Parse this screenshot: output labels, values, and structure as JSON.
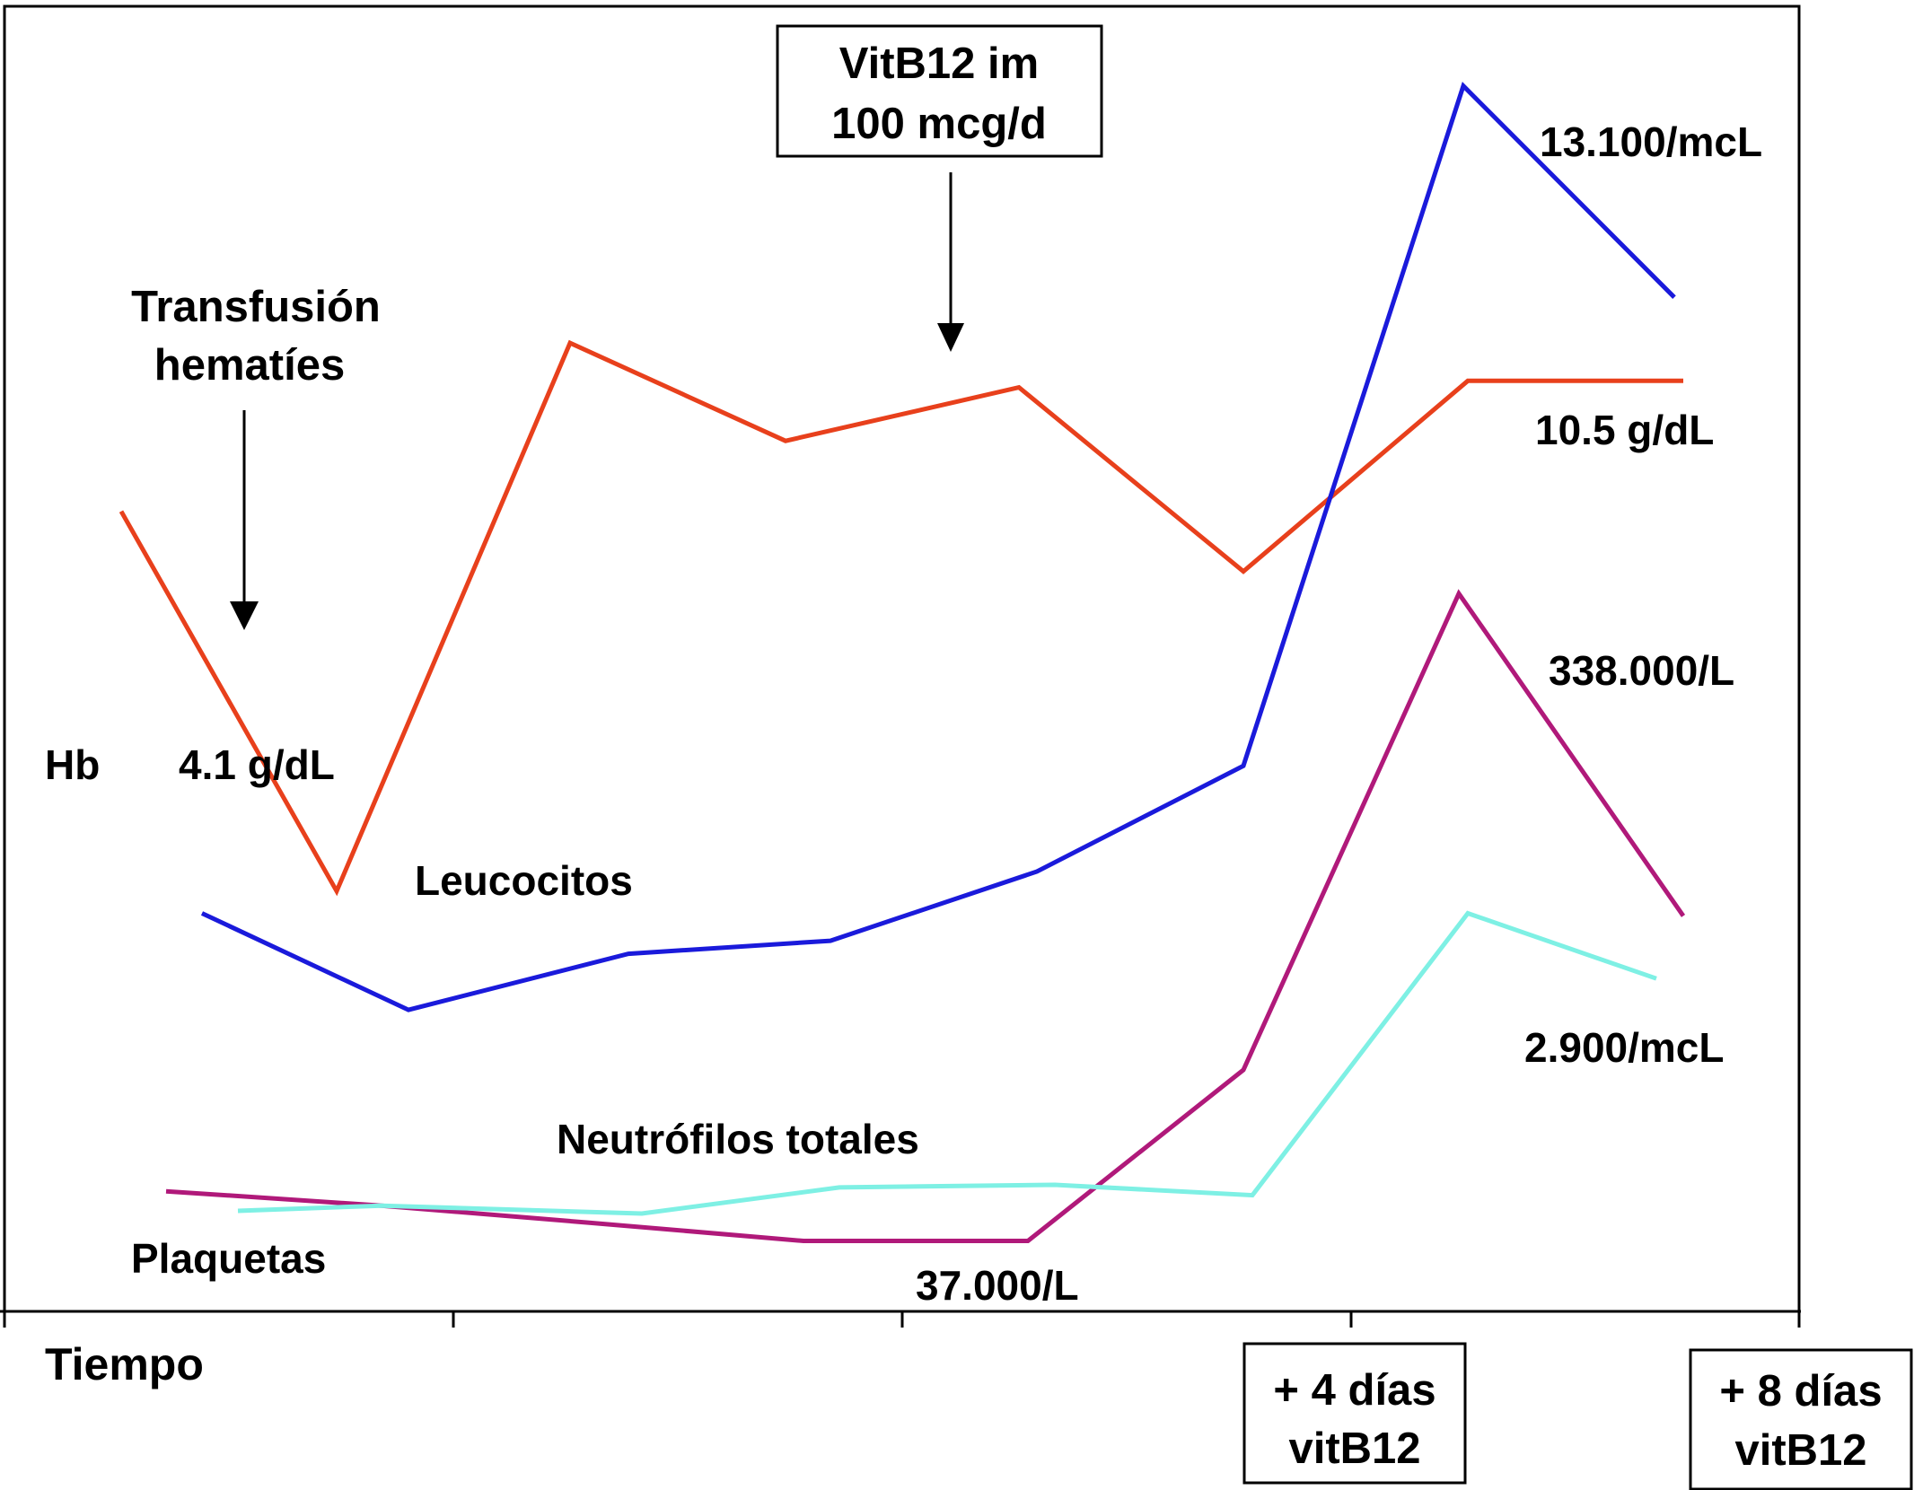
{
  "chart_data": {
    "type": "line",
    "xlabel": "Tiempo",
    "x_tick_labels": [
      {
        "lines": [
          "+ 4 días",
          "vitB12"
        ]
      },
      {
        "lines": [
          "+ 8 días",
          "vitB12"
        ]
      }
    ],
    "series": [
      {
        "name": "Hb",
        "color": "#e8401c",
        "points": [
          [
            0.26,
            0.613
          ],
          [
            0.74,
            0.322
          ],
          [
            1.26,
            0.742
          ],
          [
            1.74,
            0.667
          ],
          [
            2.26,
            0.708
          ],
          [
            2.76,
            0.567
          ],
          [
            3.26,
            0.713
          ],
          [
            3.74,
            0.713
          ]
        ]
      },
      {
        "name": "Leucocitos",
        "color": "#1a1adb",
        "points": [
          [
            0.44,
            0.305
          ],
          [
            0.9,
            0.231
          ],
          [
            1.39,
            0.274
          ],
          [
            1.84,
            0.284
          ],
          [
            2.3,
            0.337
          ],
          [
            2.76,
            0.418
          ],
          [
            3.25,
            0.939
          ],
          [
            3.72,
            0.777
          ]
        ]
      },
      {
        "name": "Plaquetas",
        "color": "#b0197a",
        "points": [
          [
            0.36,
            0.092
          ],
          [
            0.84,
            0.081
          ],
          [
            1.3,
            0.068
          ],
          [
            1.78,
            0.054
          ],
          [
            2.28,
            0.054
          ],
          [
            2.76,
            0.185
          ],
          [
            3.24,
            0.55
          ],
          [
            3.74,
            0.303
          ]
        ]
      },
      {
        "name": "Neutrófilos totales",
        "color": "#7ef0e4",
        "points": [
          [
            0.52,
            0.077
          ],
          [
            0.84,
            0.081
          ],
          [
            1.42,
            0.075
          ],
          [
            1.86,
            0.095
          ],
          [
            2.34,
            0.097
          ],
          [
            2.78,
            0.089
          ],
          [
            3.26,
            0.305
          ],
          [
            3.68,
            0.255
          ]
        ]
      }
    ],
    "annotations": {
      "transfusion": [
        "Transfusión",
        "hematíes"
      ],
      "vitb12": [
        "VitB12 im",
        "100 mcg/d"
      ],
      "hb_label": "Hb",
      "hb_start": "4.1 g/dL",
      "hb_end": "10.5 g/dL",
      "leuco_end": "13.100/mcL",
      "plaq_end": "338.000/L",
      "plaq_min": "37.000/L",
      "neutro_end": "2.900/mcL"
    },
    "grid": false,
    "axis_ticks": false
  }
}
